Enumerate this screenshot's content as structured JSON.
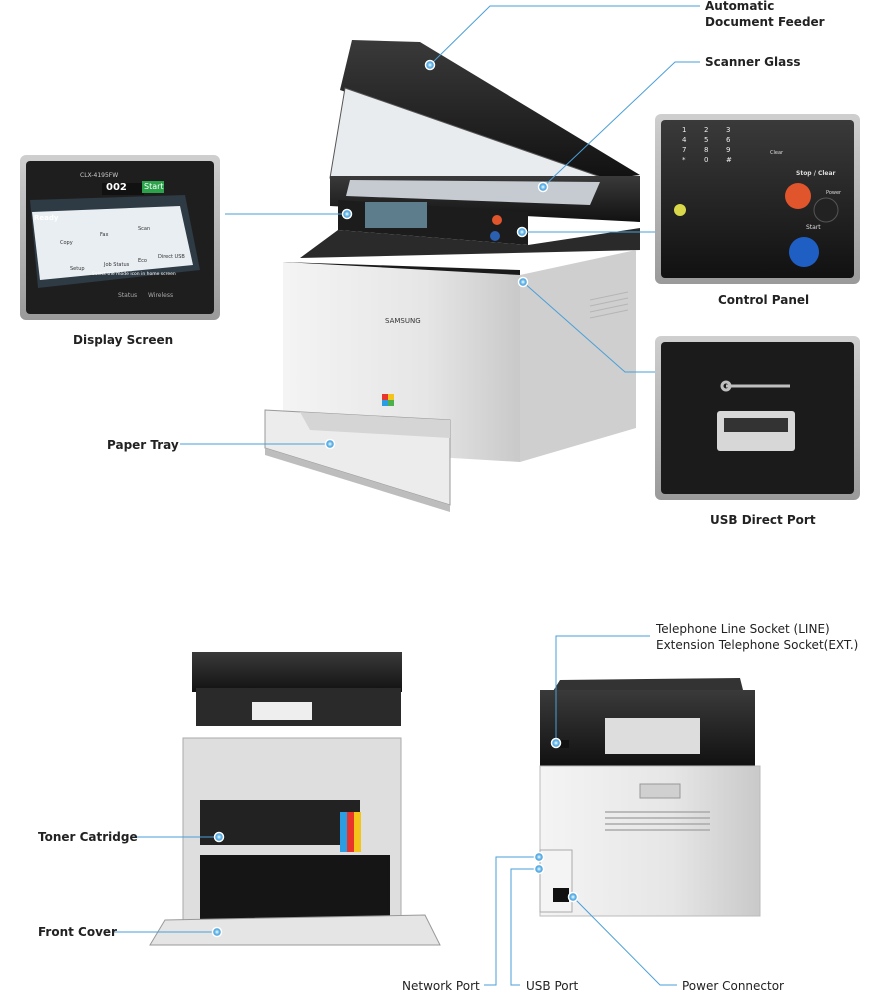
{
  "labels": {
    "adf": [
      "Automatic",
      "Document Feeder"
    ],
    "scanner_glass": "Scanner Glass",
    "control_panel": "Control Panel",
    "display_screen": "Display Screen",
    "usb_direct_port": "USB Direct Port",
    "paper_tray": "Paper Tray",
    "telephone": [
      "Telephone Line Socket (LINE)",
      "Extension Telephone Socket(EXT.)"
    ],
    "toner": "Toner Catridge",
    "front_cover": "Front Cover",
    "network_port": "Network Port",
    "usb_port": "USB Port",
    "power_connector": "Power Connector"
  },
  "screen": {
    "model": "CLX-4195FW",
    "status": "Ready",
    "count": "002",
    "start": "Start",
    "apps": [
      "Copy",
      "Fax",
      "Scan",
      "Setup",
      "Job Status",
      "Eco",
      "Direct USB"
    ],
    "hint": "Select the mode icon in home screen",
    "bottom": [
      "Status",
      "Wireless"
    ]
  },
  "panel": {
    "stop": "Stop / Clear",
    "start": "Start",
    "power": "Power",
    "clear": "Clear",
    "keys": [
      "1",
      "2",
      "3",
      "4",
      "5",
      "6",
      "7",
      "8",
      "9",
      "*",
      "0",
      "#"
    ]
  },
  "brand": "SAMSUNG",
  "colors": {
    "callout": "#4a9fd8",
    "dark": "#2b2b2b",
    "body": "#e9e9e9"
  }
}
